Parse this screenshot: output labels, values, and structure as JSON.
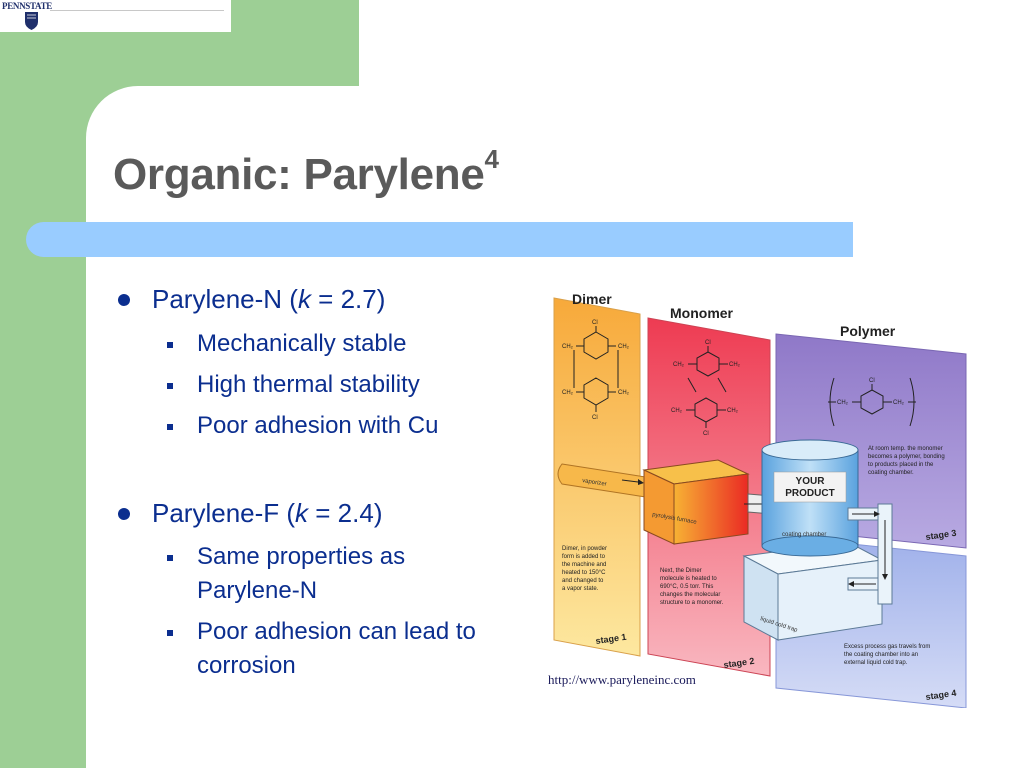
{
  "logo": {
    "text": "PENNSTATE"
  },
  "slide": {
    "title": "Organic: Parylene",
    "title_sup": "4",
    "bullets": [
      {
        "prefix": "Parylene-N (",
        "k": "k",
        "suffix": " = 2.7)",
        "subs": [
          "Mechanically stable",
          "High thermal stability",
          "Poor adhesion with Cu"
        ]
      },
      {
        "prefix": "Parylene-F (",
        "k": "k",
        "suffix": " = 2.4)",
        "subs": [
          "Same properties as Parylene-N",
          "Poor adhesion can lead to corrosion"
        ]
      }
    ],
    "credit": "http://www.paryleneinc.com"
  },
  "diagram": {
    "panels": {
      "dimer": "Dimer",
      "monomer": "Monomer",
      "polymer": "Polymer"
    },
    "labels": {
      "vaporizer": "vaporizer",
      "pyrolysis": "pyrolysis furnace",
      "product_line1": "YOUR",
      "product_line2": "PRODUCT",
      "coating": "coating chamber",
      "cold_trap": "liquid cold trap"
    },
    "stages": [
      "stage 1",
      "stage 2",
      "stage 3",
      "stage 4"
    ],
    "notes": {
      "stage1": [
        "Dimer, in powder",
        "form is added to",
        "the machine and",
        "heated to 150°C",
        "and changed to",
        "a vapor state."
      ],
      "stage2": [
        "Next, the Dimer",
        "molecule is heated to",
        "690°C, 0.5 torr. This",
        "changes the molecular",
        "structure to a monomer."
      ],
      "stage3": [
        "At room temp. the monomer",
        "becomes a polymer, bonding",
        "to products placed in the",
        "coating chamber."
      ],
      "stage4": [
        "Excess process gas travels from",
        "the coating chamber into an",
        "external liquid cold trap."
      ]
    },
    "chem": {
      "ch2": "CH₂",
      "cl": "Cl"
    },
    "colors": {
      "dimer": "#f6c04a",
      "monomer": "#f0556a",
      "polymer": "#9f8ad2",
      "stage4": "#a9b7ec",
      "furnace": "#ef4426",
      "chamber": "#7ab8e8",
      "trap": "#dcecf8"
    }
  }
}
